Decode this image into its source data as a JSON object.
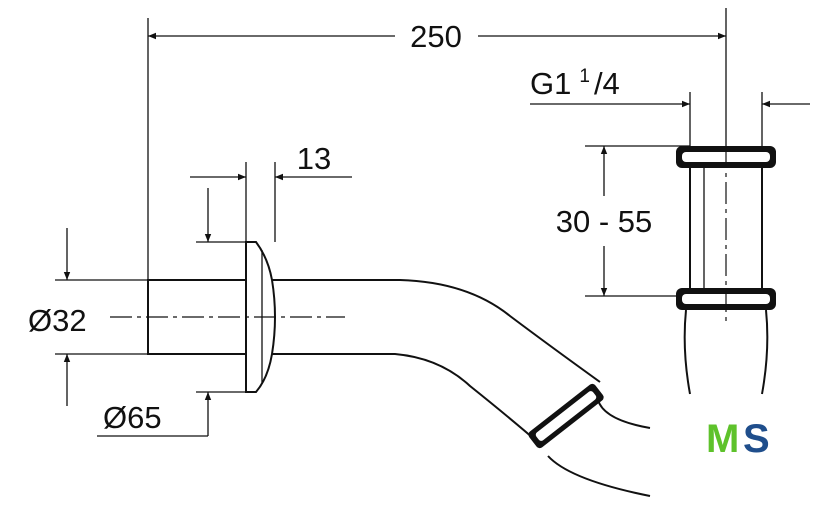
{
  "dimensions": {
    "total_length": "250",
    "thread_main": "G1",
    "thread_num": "1",
    "thread_den": "/4",
    "height_range": "30 - 55",
    "flange_thickness": "13",
    "pipe_diameter": "Ø32",
    "flange_diameter": "Ø65"
  },
  "logo": {
    "letter_m": "M",
    "letter_s": "S",
    "color_m": "#5ec22b",
    "color_s": "#1f4e8c"
  },
  "colors": {
    "line": "#111111",
    "background": "#ffffff"
  }
}
